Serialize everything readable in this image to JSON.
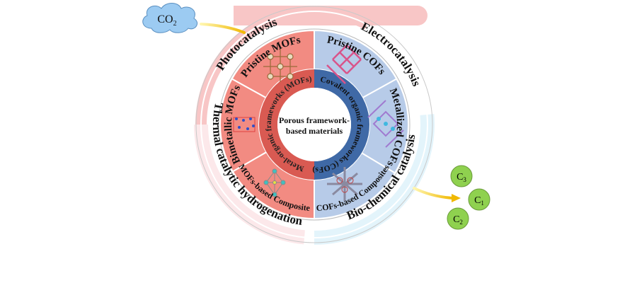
{
  "center": {
    "line1": "Porous framework-",
    "line2": "based materials"
  },
  "inner_ring": {
    "mofs": "Metal-organic frameworks (MOFs)",
    "cofs": "Covalent organic frameworks (COFs)"
  },
  "segments": {
    "pristine_mofs": "Pristine MOFs",
    "bimetallic_mofs": "Bimetallic MOFs",
    "mofs_composites": "MOFs-based Composites",
    "pristine_cofs": "Pristine COFs",
    "metallized_cofs": "Metallized COFs",
    "cofs_composites": "COFs-based Composites"
  },
  "applications": {
    "photo": "Photocatalysis",
    "electro": "Electrocatalysis",
    "thermal": "Thermal catalytic hydrogenation",
    "bio": "Bio-chemical catalysis"
  },
  "input": {
    "label": "CO",
    "sub": "2"
  },
  "products": [
    {
      "label": "C",
      "sub": "3"
    },
    {
      "label": "C",
      "sub": "1"
    },
    {
      "label": "C",
      "sub": "2"
    }
  ],
  "colors": {
    "mof_segment": "#f28b82",
    "mof_ring": "#d95a52",
    "cof_segment": "#b7cbe8",
    "cof_ring": "#3f69a6",
    "photo_band": "#f8c6c6",
    "thermal_band": "#fce8ea",
    "bio_band": "#e3f4fb",
    "product_green": "#8fd14f",
    "cloud_blue": "#9ccbf2",
    "arrow_yellow": "#f5c400"
  }
}
